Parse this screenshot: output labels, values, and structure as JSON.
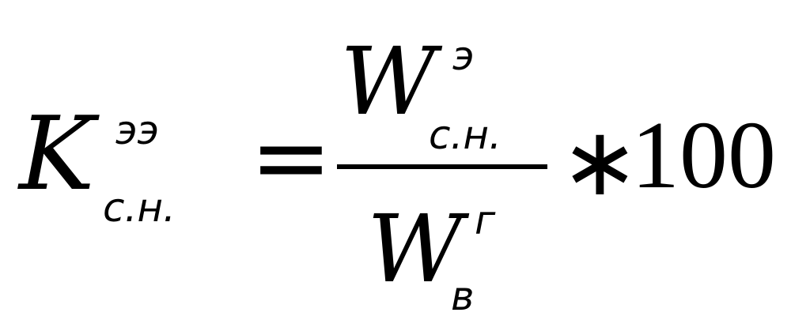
{
  "formula": {
    "lhs": {
      "symbol": "K",
      "superscript": "ээ",
      "subscript": "с.н."
    },
    "equals": "=",
    "numerator": {
      "symbol": "W",
      "superscript": "э",
      "subscript": "с.н."
    },
    "denominator": {
      "symbol": "W",
      "superscript": "г",
      "subscript": "в"
    },
    "operator": "∗",
    "multiplier": "100"
  }
}
